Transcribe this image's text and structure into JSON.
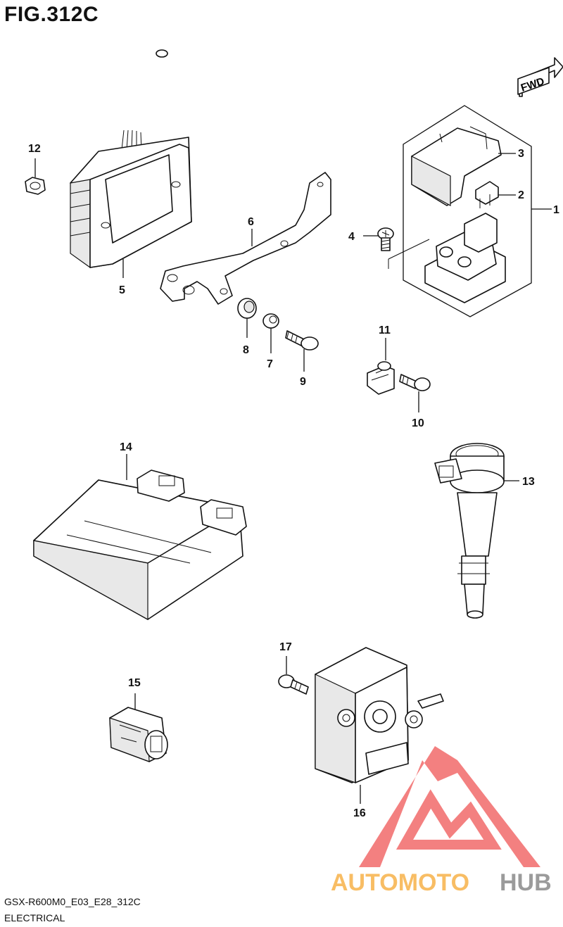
{
  "header": {
    "figure": "FIG.312C"
  },
  "footer": {
    "model_code": "GSX-R600M0_E03_E28_312C",
    "category": "ELECTRICAL"
  },
  "direction": {
    "label": "FWD"
  },
  "callouts": [
    "1",
    "2",
    "3",
    "4",
    "5",
    "6",
    "7",
    "8",
    "9",
    "10",
    "11",
    "12",
    "13",
    "14",
    "15",
    "16",
    "17"
  ],
  "watermark": {
    "part1": "AUTOMOTO",
    "part2": "HUB",
    "color_main": "#f26b6b",
    "color_text": "#f7b24a",
    "color_text2": "#8a8a8a"
  }
}
